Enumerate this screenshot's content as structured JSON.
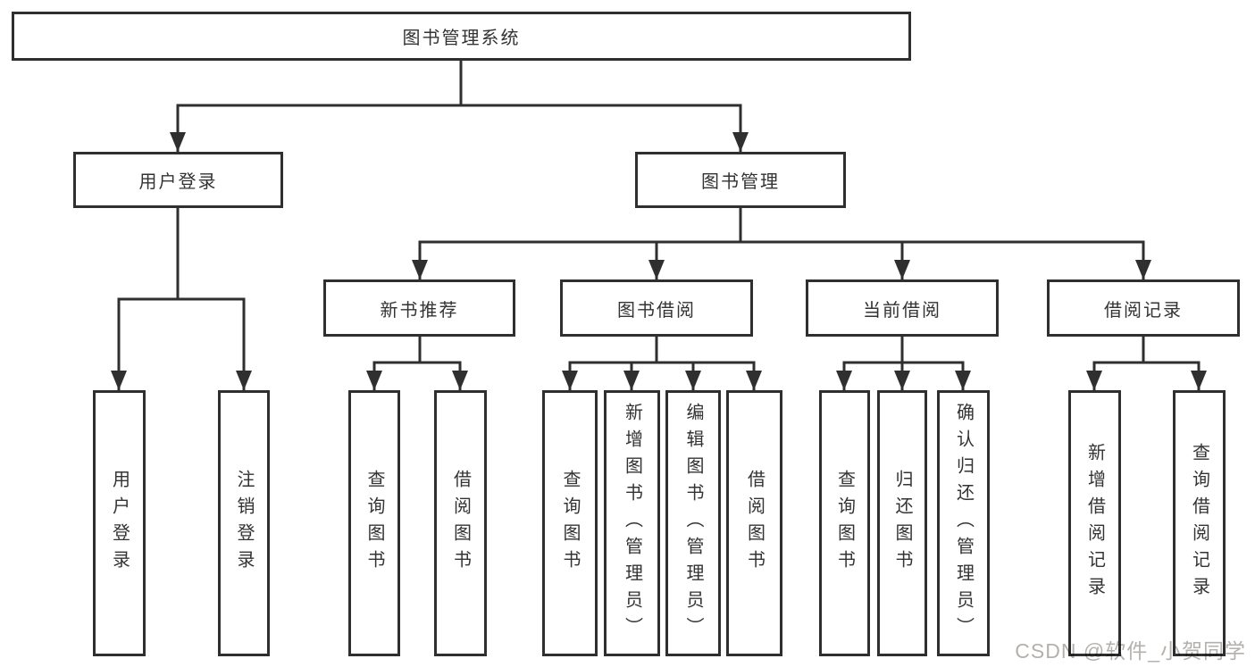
{
  "diagram": {
    "title": "图书管理系统",
    "watermark": "CSDN @软件_小贺同学",
    "colors": {
      "line": "#2f2f2f",
      "text": "#333333",
      "background": "#ffffff",
      "watermark": "#b3b0ae"
    },
    "root": {
      "label": "图书管理系统",
      "children": [
        {
          "label": "用户登录",
          "children": [
            {
              "label": "用户登录"
            },
            {
              "label": "注销登录"
            }
          ]
        },
        {
          "label": "图书管理",
          "children": [
            {
              "label": "新书推荐",
              "children": [
                {
                  "label": "查询图书"
                },
                {
                  "label": "借阅图书"
                }
              ]
            },
            {
              "label": "图书借阅",
              "children": [
                {
                  "label": "查询图书"
                },
                {
                  "label": "新增图书（管理员）"
                },
                {
                  "label": "编辑图书（管理员）"
                },
                {
                  "label": "借阅图书"
                }
              ]
            },
            {
              "label": "当前借阅",
              "children": [
                {
                  "label": "查询图书"
                },
                {
                  "label": "归还图书"
                },
                {
                  "label": "确认归还（管理员）"
                }
              ]
            },
            {
              "label": "借阅记录",
              "children": [
                {
                  "label": "新增借阅记录"
                },
                {
                  "label": "查询借阅记录"
                }
              ]
            }
          ]
        }
      ]
    }
  }
}
